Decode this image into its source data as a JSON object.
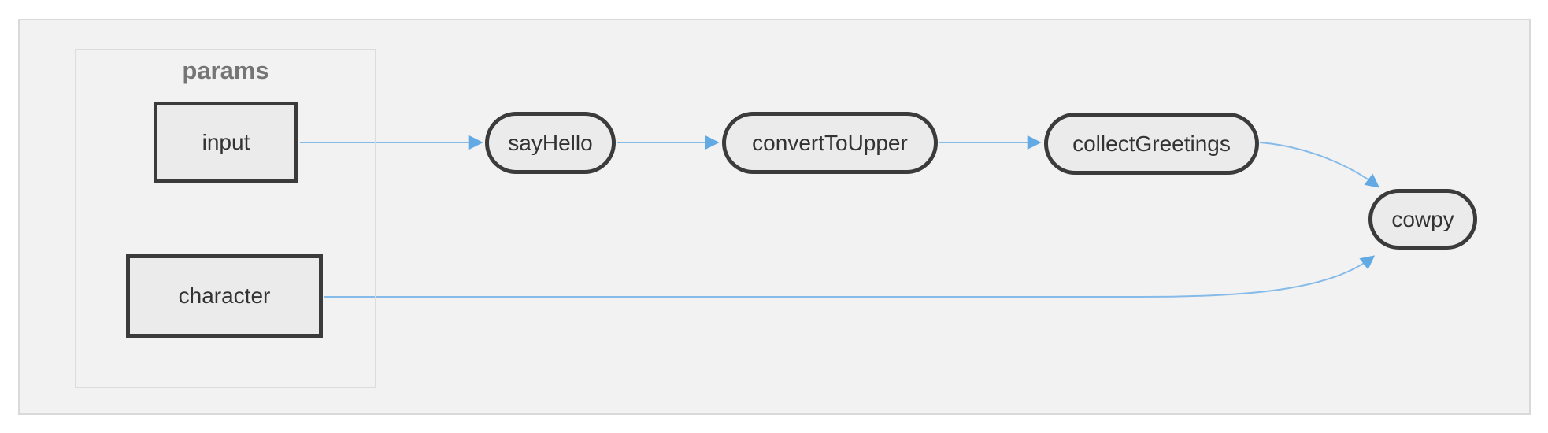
{
  "diagram": {
    "type": "flowchart",
    "direction": "left-to-right",
    "groups": [
      {
        "id": "params",
        "label": "params"
      }
    ],
    "nodes": [
      {
        "id": "input",
        "label": "input",
        "shape": "rectangle",
        "group": "params"
      },
      {
        "id": "character",
        "label": "character",
        "shape": "rectangle",
        "group": "params"
      },
      {
        "id": "sayHello",
        "label": "sayHello",
        "shape": "stadium",
        "group": null
      },
      {
        "id": "convertToUpper",
        "label": "convertToUpper",
        "shape": "stadium",
        "group": null
      },
      {
        "id": "collectGreetings",
        "label": "collectGreetings",
        "shape": "stadium",
        "group": null
      },
      {
        "id": "cowpy",
        "label": "cowpy",
        "shape": "stadium",
        "group": null
      }
    ],
    "edges": [
      {
        "from": "input",
        "to": "sayHello"
      },
      {
        "from": "sayHello",
        "to": "convertToUpper"
      },
      {
        "from": "convertToUpper",
        "to": "collectGreetings"
      },
      {
        "from": "collectGreetings",
        "to": "cowpy"
      },
      {
        "from": "character",
        "to": "cowpy"
      }
    ]
  },
  "theme": {
    "page-bg": "#ffffff",
    "canvas-bg": "#f2f2f2",
    "canvas-border": "#d9d9d9",
    "group-border": "#dcdcdc",
    "group-label-color": "#757575",
    "node-fill": "#ebebeb",
    "node-border": "#3b3b3b",
    "node-text": "#333333",
    "edge-line": "#86bbe9",
    "edge-arrow": "#63aae4"
  }
}
